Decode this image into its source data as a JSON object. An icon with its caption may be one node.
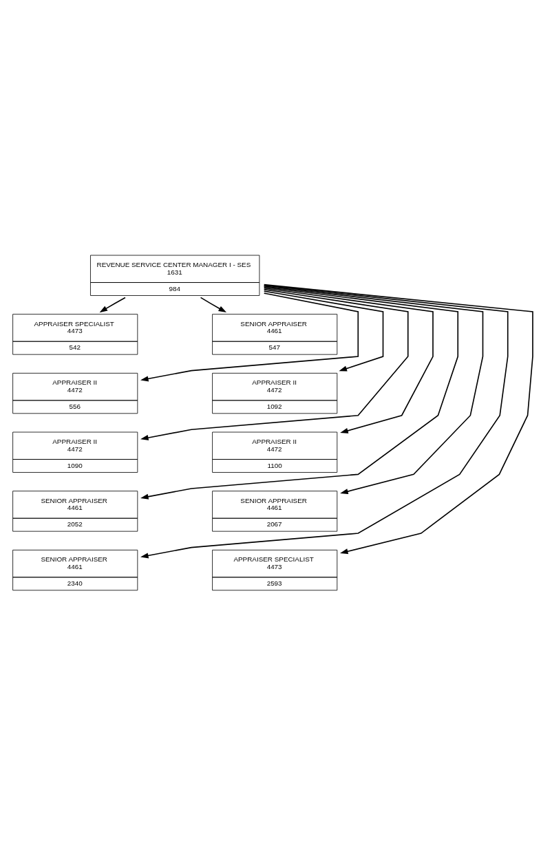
{
  "diagram": {
    "nodes": [
      {
        "text": [
          "REVENUE SERVICE CENTER MANAGER I - SES",
          "1631",
          "984"
        ]
      },
      {
        "text": [
          "APPRAISER SPECIALIST",
          "4473",
          "542"
        ]
      },
      {
        "text": [
          "SENIOR APPRAISER",
          "4461",
          "547"
        ]
      },
      {
        "text": [
          "APPRAISER II",
          "4472",
          "556"
        ]
      },
      {
        "text": [
          "APPRAISER II",
          "4472",
          "1092"
        ]
      },
      {
        "text": [
          "APPRAISER II",
          "4472",
          "1090"
        ]
      },
      {
        "text": [
          "APPRAISER II",
          "4472",
          "1100"
        ]
      },
      {
        "text": [
          "SENIOR APPRAISER",
          "4461",
          "2052"
        ]
      },
      {
        "text": [
          "SENIOR APPRAISER",
          "4461",
          "2067"
        ]
      },
      {
        "text": [
          "SENIOR APPRAISER",
          "4461",
          "2340"
        ]
      },
      {
        "text": [
          "APPRAISER SPECIALIST",
          "4473",
          "2593"
        ]
      }
    ],
    "edges": [
      {
        "from": 0,
        "to": 1,
        "arrow": "to"
      },
      {
        "from": 0,
        "to": 2,
        "arrow": "to"
      },
      {
        "from": 0,
        "to": 3,
        "arrow": "to"
      },
      {
        "from": 0,
        "to": 4,
        "arrow": "to"
      },
      {
        "from": 0,
        "to": 5,
        "arrow": "to"
      },
      {
        "from": 0,
        "to": 6,
        "arrow": "to"
      },
      {
        "from": 0,
        "to": 7,
        "arrow": "to"
      },
      {
        "from": 0,
        "to": 8,
        "arrow": "to"
      },
      {
        "from": 0,
        "to": 9,
        "arrow": "to"
      },
      {
        "from": 0,
        "to": 10,
        "arrow": "to"
      }
    ]
  }
}
